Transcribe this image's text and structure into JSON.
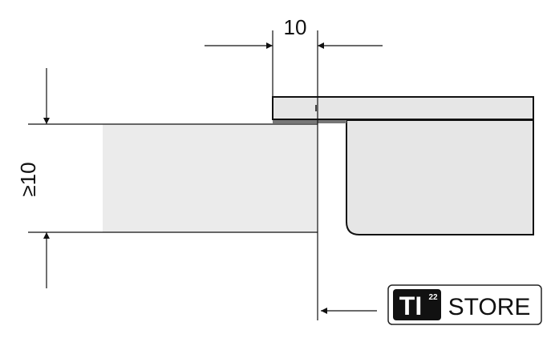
{
  "dimensions": {
    "top_gap": "10",
    "left_thickness": "≥10"
  },
  "logo": {
    "badge": "TI",
    "superscript": "22",
    "text": "STORE"
  },
  "colors": {
    "panel_fill": "#e6e6e6",
    "block_fill": "#ebebeb",
    "shadow": "#777777",
    "line": "#111111"
  }
}
